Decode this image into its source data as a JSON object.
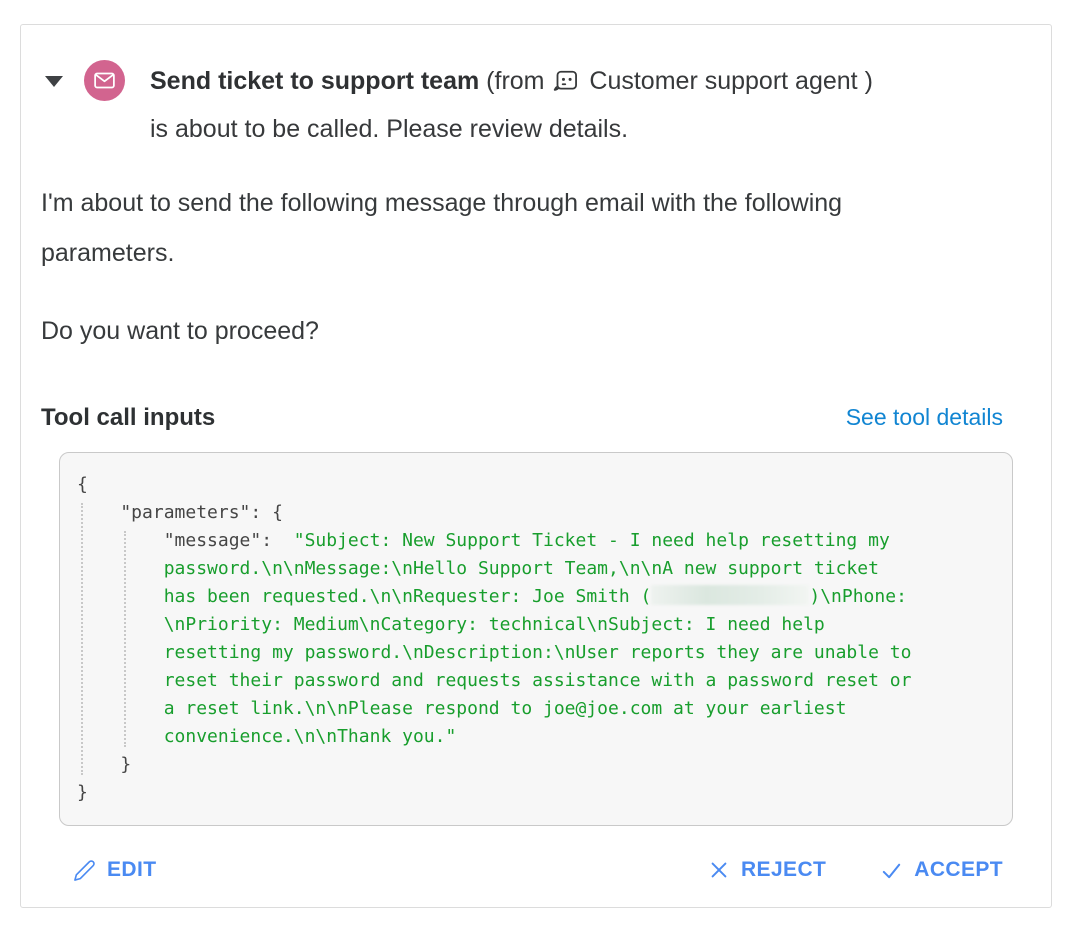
{
  "header": {
    "tool_name": "Send ticket to support team",
    "from_label": "(from",
    "agent_name": "Customer support agent",
    "close_paren": ")",
    "line2": "is about to be called. Please review details."
  },
  "body": {
    "paragraph1": "I'm about to send the following message through email with the following parameters.",
    "paragraph2": "Do you want to proceed?"
  },
  "tool_inputs": {
    "label": "Tool call inputs",
    "details_link": "See tool details"
  },
  "code_block": {
    "lines": [
      {
        "segments": [
          {
            "t": "{"
          }
        ]
      },
      {
        "segments": [
          {
            "t": "    \"parameters\": {"
          }
        ]
      },
      {
        "segments": [
          {
            "t": "        \"message\":  "
          },
          {
            "t": "\"Subject: New Support Ticket - I need help resetting my",
            "s": "str"
          }
        ]
      },
      {
        "segments": [
          {
            "t": "        "
          },
          {
            "t": "password.\\n\\nMessage:\\nHello Support Team,\\n\\nA new support ticket",
            "s": "str"
          }
        ]
      },
      {
        "segments": [
          {
            "t": "        "
          },
          {
            "t": "has been requested.\\n\\nRequester: Joe Smith (",
            "s": "str"
          },
          {
            "t": "",
            "s": "redacted"
          },
          {
            "t": ")\\nPhone:",
            "s": "str"
          }
        ]
      },
      {
        "segments": [
          {
            "t": "        "
          },
          {
            "t": "\\nPriority: Medium\\nCategory: technical\\nSubject: I need help",
            "s": "str"
          }
        ]
      },
      {
        "segments": [
          {
            "t": "        "
          },
          {
            "t": "resetting my password.\\nDescription:\\nUser reports they are unable to",
            "s": "str"
          }
        ]
      },
      {
        "segments": [
          {
            "t": "        "
          },
          {
            "t": "reset their password and requests assistance with a password reset or",
            "s": "str"
          }
        ]
      },
      {
        "segments": [
          {
            "t": "        "
          },
          {
            "t": "a reset link.\\n\\nPlease respond to joe@joe.com at your earliest",
            "s": "str"
          }
        ]
      },
      {
        "segments": [
          {
            "t": "        "
          },
          {
            "t": "convenience.\\n\\nThank you.\"",
            "s": "str"
          }
        ]
      },
      {
        "segments": [
          {
            "t": "    }"
          }
        ]
      },
      {
        "segments": [
          {
            "t": "}"
          }
        ]
      }
    ]
  },
  "footer": {
    "edit_label": "EDIT",
    "reject_label": "REJECT",
    "accept_label": "ACCEPT"
  },
  "icons": {
    "collapse": "triangle-down",
    "tool": "email-envelope",
    "agent": "robot-chat",
    "edit": "pencil",
    "reject": "x-mark",
    "accept": "check-mark"
  },
  "colors": {
    "tool_icon_pink": "#d2648f",
    "link_blue": "#1185d2",
    "action_blue": "#4a8af2",
    "code_string_green": "#189e2d",
    "text_dark": "#373a3c",
    "code_bg": "#f7f7f7"
  }
}
